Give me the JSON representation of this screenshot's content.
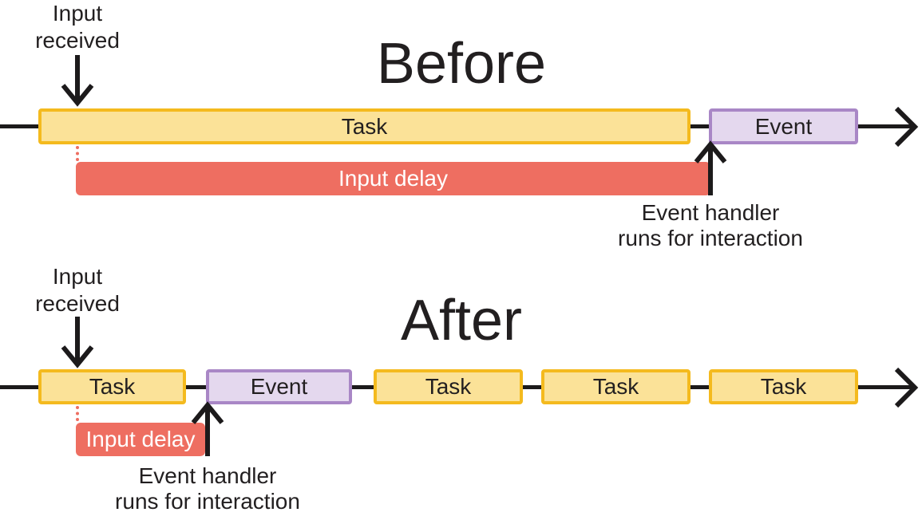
{
  "colors": {
    "task_fill": "#FBE298",
    "task_border": "#F4BA1E",
    "event_fill": "#E4D8EE",
    "event_border": "#A987C6",
    "delay_fill": "#EE6E61",
    "delay_text": "#FFFFFF",
    "ink": "#1C1A1B",
    "text": "#221F20"
  },
  "before": {
    "title": "Before",
    "input_label": {
      "line1": "Input",
      "line2": "received"
    },
    "task_label": "Task",
    "event_label": "Event",
    "delay_label": "Input delay",
    "handler": {
      "line1": "Event handler",
      "line2": "runs for interaction"
    }
  },
  "after": {
    "title": "After",
    "input_label": {
      "line1": "Input",
      "line2": "received"
    },
    "boxes": [
      {
        "type": "task",
        "label": "Task"
      },
      {
        "type": "event",
        "label": "Event"
      },
      {
        "type": "task",
        "label": "Task"
      },
      {
        "type": "task",
        "label": "Task"
      },
      {
        "type": "task",
        "label": "Task"
      }
    ],
    "delay_label": "Input delay",
    "handler": {
      "line1": "Event handler",
      "line2": "runs for interaction"
    }
  }
}
